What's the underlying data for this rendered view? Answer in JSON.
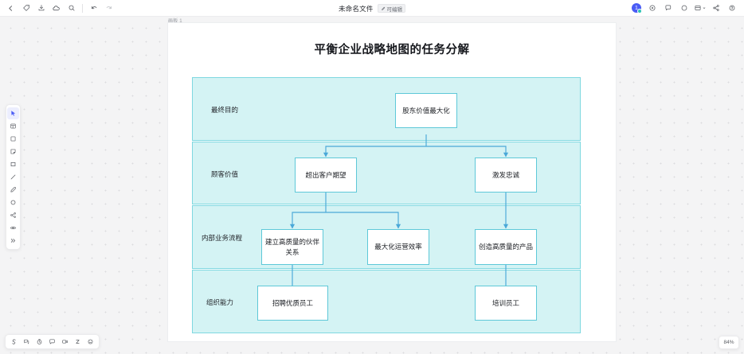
{
  "header": {
    "title": "未命名文件",
    "badge": "可编辑",
    "left_tools": [
      {
        "name": "back-icon",
        "label": "返回"
      },
      {
        "name": "tag-icon",
        "label": "标签"
      },
      {
        "name": "save-icon",
        "label": "保存"
      },
      {
        "name": "cloud-icon",
        "label": "云同步"
      },
      {
        "name": "search-icon",
        "label": "搜索"
      },
      {
        "name": "undo-icon",
        "label": "撤销"
      },
      {
        "name": "redo-icon",
        "label": "重做"
      }
    ],
    "avatar_count": "1",
    "right_tools": [
      {
        "name": "target-icon",
        "label": "定位"
      },
      {
        "name": "comment-icon",
        "label": "评论"
      },
      {
        "name": "history-icon",
        "label": "历史"
      },
      {
        "name": "presentation-icon",
        "label": "演示"
      },
      {
        "name": "share-icon",
        "label": "分享"
      },
      {
        "name": "help-icon",
        "label": "帮助"
      }
    ]
  },
  "canvas": {
    "artboard_label": "画板 1",
    "zoom_level": "84%"
  },
  "left_rail": [
    {
      "name": "cursor-tool",
      "label": "选择",
      "active": true
    },
    {
      "name": "table-tool",
      "label": "表格",
      "active": false
    },
    {
      "name": "frame-tool",
      "label": "画框",
      "active": false
    },
    {
      "name": "sticky-note-tool",
      "label": "便签",
      "active": false
    },
    {
      "name": "rectangle-tool",
      "label": "形状",
      "active": false
    },
    {
      "name": "line-tool",
      "label": "直线",
      "active": false
    },
    {
      "name": "pen-tool",
      "label": "画笔",
      "active": false
    },
    {
      "name": "circle-tool",
      "label": "圆形",
      "active": false
    },
    {
      "name": "connector-tool",
      "label": "连线",
      "active": false
    },
    {
      "name": "eye-tool",
      "label": "预览",
      "active": false
    },
    {
      "name": "more-tools",
      "label": "更多",
      "active": false
    }
  ],
  "bottom_dock": [
    {
      "name": "shortcut-icon",
      "label": "S"
    },
    {
      "name": "comment-bubbles-icon",
      "label": "评论"
    },
    {
      "name": "timer-icon",
      "label": "计时器"
    },
    {
      "name": "chat-icon",
      "label": "聊天"
    },
    {
      "name": "video-icon",
      "label": "视频"
    },
    {
      "name": "zen-icon",
      "label": "Z"
    },
    {
      "name": "emoji-icon",
      "label": "表情"
    }
  ],
  "diagram": {
    "title": "平衡企业战略地图的任务分解",
    "band_fill": "#d4f3f4",
    "band_stroke": "#7fd8e0",
    "node_stroke": "#5ec8d8",
    "connector_color": "#4aa8d8",
    "rows": [
      {
        "label": "最终目的",
        "nodes": [
          {
            "text": "股东价值最大化"
          }
        ]
      },
      {
        "label": "顾客价值",
        "nodes": [
          {
            "text": "超出客户期望"
          },
          {
            "text": "激发忠诚"
          }
        ]
      },
      {
        "label": "内部业务流程",
        "nodes": [
          {
            "text": "建立高质量的伙伴关系"
          },
          {
            "text": "最大化运营效率"
          },
          {
            "text": "创造高质量的产品"
          }
        ]
      },
      {
        "label": "组织能力",
        "nodes": [
          {
            "text": "招聘优质员工"
          },
          {
            "text": "培训员工"
          }
        ]
      }
    ]
  }
}
